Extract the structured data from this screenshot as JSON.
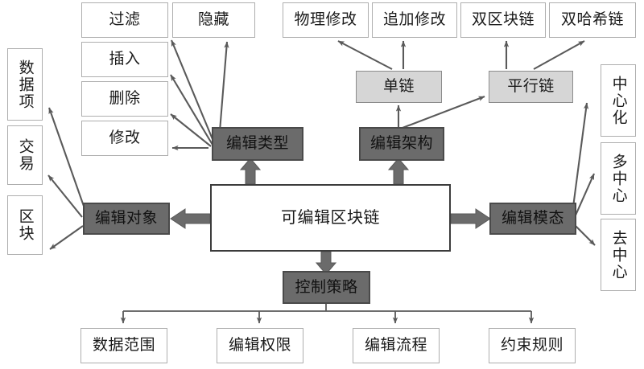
{
  "diagram": {
    "title": "可编辑区块链",
    "colors": {
      "dark_node_fill": "#6b6b6b",
      "dark_node_border": "#4a4a4a",
      "light_node_fill": "#d6d6d6",
      "light_node_border": "#8c8c8c",
      "plain_node_fill": "#ffffff",
      "plain_node_border": "#aeaeae",
      "center_node_border": "#3c3c3c",
      "thin_arrow": "#5a5a5a",
      "thick_arrow": "#6b6b6b",
      "background": "#ffffff"
    },
    "center": {
      "label": "可编辑区块链"
    },
    "branches": {
      "edit_object": {
        "label": "编辑对象",
        "children": [
          {
            "label": "数据项"
          },
          {
            "label": "交易"
          },
          {
            "label": "区块"
          }
        ]
      },
      "edit_type": {
        "label": "编辑类型",
        "children": [
          {
            "label": "过滤"
          },
          {
            "label": "隐藏"
          },
          {
            "label": "插入"
          },
          {
            "label": "删除"
          },
          {
            "label": "修改"
          }
        ]
      },
      "edit_architecture": {
        "label": "编辑架构",
        "children": [
          {
            "label": "单链",
            "children": [
              {
                "label": "物理修改"
              },
              {
                "label": "追加修改"
              }
            ]
          },
          {
            "label": "平行链",
            "children": [
              {
                "label": "双区块链"
              },
              {
                "label": "双哈希链"
              }
            ]
          }
        ]
      },
      "edit_modality": {
        "label": "编辑模态",
        "children": [
          {
            "label": "中心化"
          },
          {
            "label": "多中心"
          },
          {
            "label": "去中心"
          }
        ]
      },
      "control_policy": {
        "label": "控制策略",
        "children": [
          {
            "label": "数据范围"
          },
          {
            "label": "编辑权限"
          },
          {
            "label": "编辑流程"
          },
          {
            "label": "约束规则"
          }
        ]
      }
    }
  }
}
